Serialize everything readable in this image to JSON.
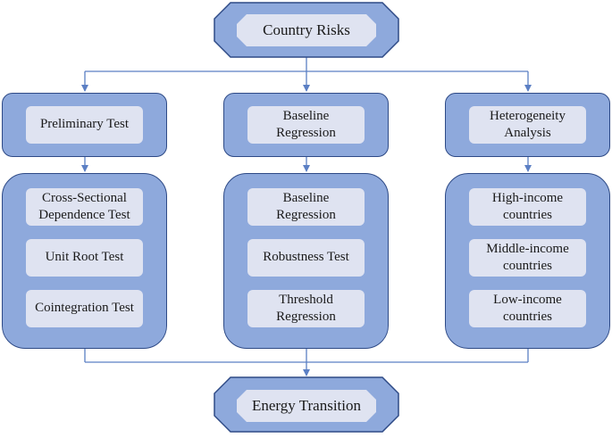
{
  "top": {
    "label": "Country Risks"
  },
  "bottom": {
    "label": "Energy Transition"
  },
  "columns": [
    {
      "header": "Preliminary Test",
      "items": [
        "Cross-Sectional\nDependence Test",
        "Unit Root Test",
        "Cointegration Test"
      ]
    },
    {
      "header": "Baseline\nRegression",
      "items": [
        "Baseline\nRegression",
        "Robustness Test",
        "Threshold\nRegression"
      ]
    },
    {
      "header": "Heterogeneity\nAnalysis",
      "items": [
        "High-income\ncountries",
        "Middle-income\ncountries",
        "Low-income\ncountries"
      ]
    }
  ],
  "colors": {
    "box_fill": "#8ea9dc",
    "inner_fill": "#dfe3f1",
    "outline": "#2e4a86",
    "connector": "#5b7fc4"
  }
}
